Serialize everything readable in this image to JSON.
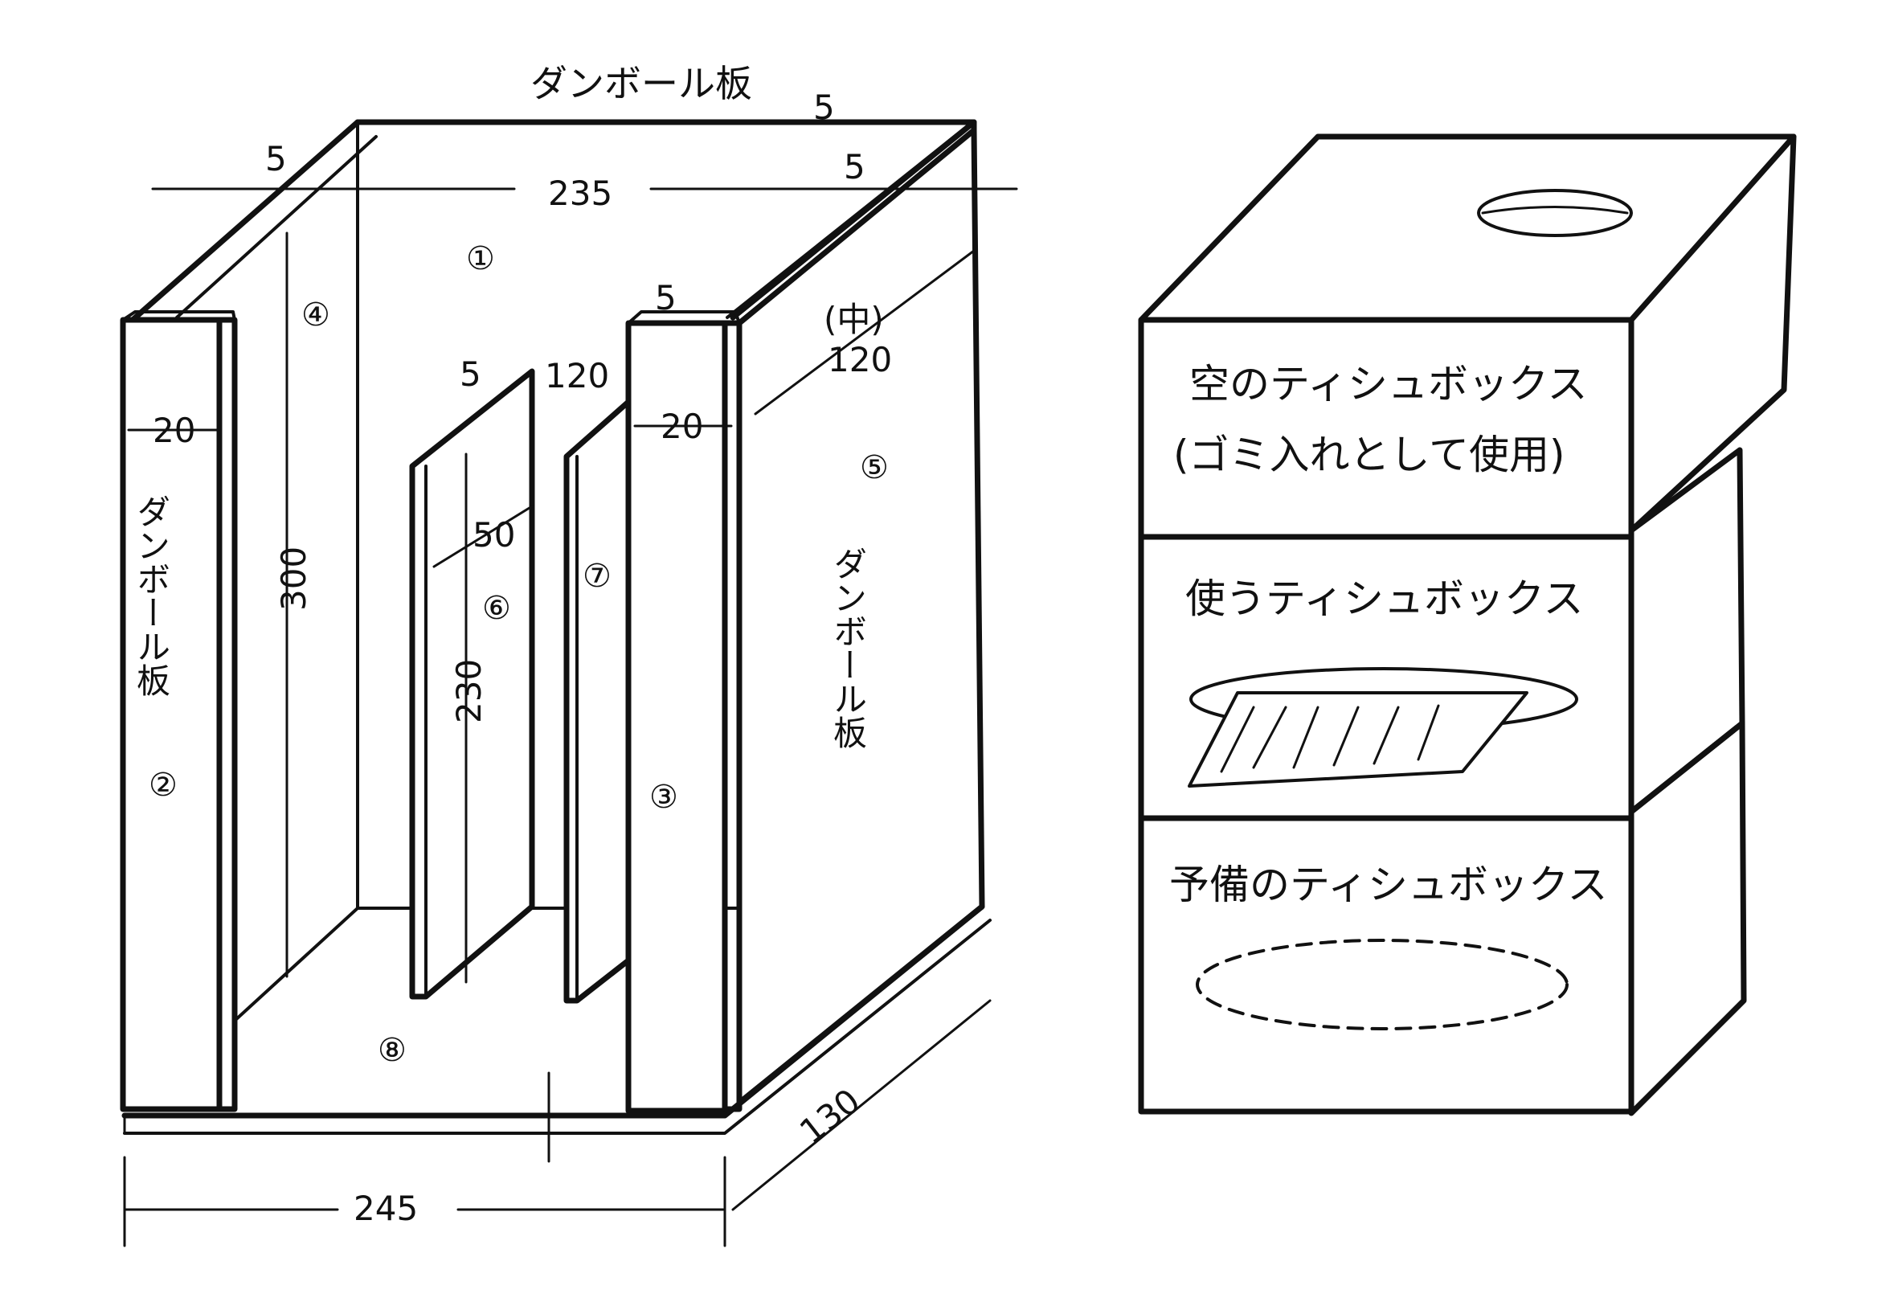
{
  "left_figure": {
    "top_label": "ダンボール板",
    "dims": {
      "thickness_top_left": "5",
      "thickness_top_right_1": "5",
      "thickness_top_right_2": "5",
      "inner_width": "235",
      "height": "300",
      "divider_thickness": "5",
      "side_panel_width_left": "20",
      "side_panel_width_right": "20",
      "small_panel_depth": "120",
      "small_panel_inset": "50",
      "small_panel_height": "230",
      "mid_label": "(中)",
      "mid_depth": "120",
      "outer_width": "245",
      "depth": "130"
    },
    "part_numbers": {
      "p1": "①",
      "p2": "②",
      "p3": "③",
      "p4": "④",
      "p5": "⑤",
      "p6": "⑥",
      "p7": "⑦",
      "p8": "⑧"
    },
    "vertical_labels": {
      "left_panel": "ダンボール板",
      "right_panel": "ダンボール板"
    }
  },
  "right_figure": {
    "box_top_line1": "空のティシュボックス",
    "box_top_line2": "(ゴミ入れとして使用)",
    "box_middle": "使うティシュボックス",
    "box_bottom": "予備のティシュボックス"
  }
}
